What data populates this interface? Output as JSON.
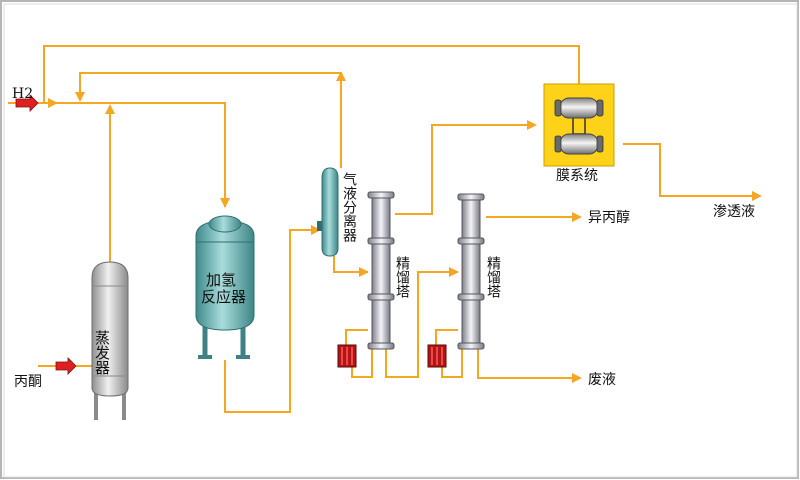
{
  "colors": {
    "pipe": "#f5a623",
    "feed_arrow": "#e02020",
    "frame": "#b5b5b5",
    "teal_vessel": "#5aa5a6",
    "grey_vessel": "#c4c4c4",
    "membrane_box": "#ffd21a",
    "heater": "#c81818"
  },
  "labels": {
    "h2": "H2",
    "acetone": "丙酮",
    "evaporator": "蒸发器",
    "reactor_line1": "加氢",
    "reactor_line2": "反应器",
    "separator": "气液分离器",
    "column1": "精馏塔",
    "column2": "精馏塔",
    "membrane": "膜系统",
    "permeate": "渗透液",
    "ipa": "异丙醇",
    "waste": "废液"
  },
  "icons": {
    "feed_arrow": "right-arrow-icon",
    "heater": "heater-icon"
  }
}
